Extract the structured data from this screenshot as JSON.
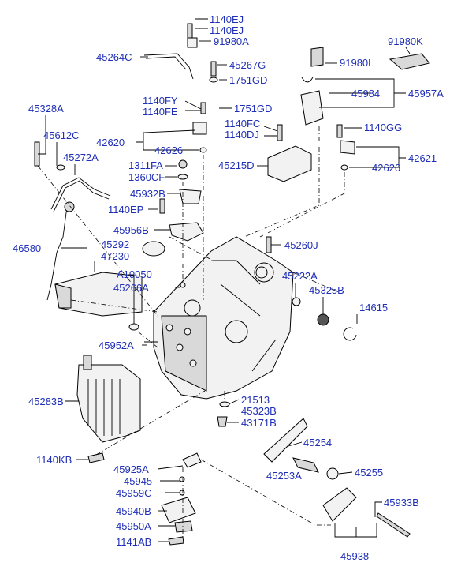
{
  "labels": {
    "l1140ej_a": "1140EJ",
    "l1140ej_b": "1140EJ",
    "l91980a": "91980A",
    "l45264c": "45264C",
    "l45267g": "45267G",
    "l1751gd_a": "1751GD",
    "l91980k": "91980K",
    "l91980l": "91980L",
    "l45984": "45984",
    "l45957a": "45957A",
    "l45328a": "45328A",
    "l1140fy": "1140FY",
    "l1140fe": "1140FE",
    "l1751gd_b": "1751GD",
    "l45612c": "45612C",
    "l1140fc": "1140FC",
    "l1140dj": "1140DJ",
    "l1140gg": "1140GG",
    "l42620": "42620",
    "l42626_a": "42626",
    "l42621": "42621",
    "l45272a": "45272A",
    "l1311fa": "1311FA",
    "l45215d": "45215D",
    "l42626_b": "42626",
    "l1360cf": "1360CF",
    "l45932b": "45932B",
    "l1140ep": "1140EP",
    "l45956b": "45956B",
    "l46580": "46580",
    "l45292": "45292",
    "l45260j": "45260J",
    "l47230": "47230",
    "la10050": "A10050",
    "l45222a": "45222A",
    "l45266a": "45266A",
    "l45325b": "45325B",
    "l14615": "14615",
    "l45952a": "45952A",
    "l45283b": "45283B",
    "l21513": "21513",
    "l45323b": "45323B",
    "l43171b": "43171B",
    "l45254": "45254",
    "l1140kb": "1140KB",
    "l45253a": "45253A",
    "l45925a": "45925A",
    "l45255": "45255",
    "l45945": "45945",
    "l45959c": "45959C",
    "l45933b": "45933B",
    "l45940b": "45940B",
    "l45950a": "45950A",
    "l1141ab": "1141AB",
    "l45938": "45938"
  },
  "colors": {
    "label": "#1f2fb8",
    "line": "#000000",
    "background": "#ffffff"
  }
}
